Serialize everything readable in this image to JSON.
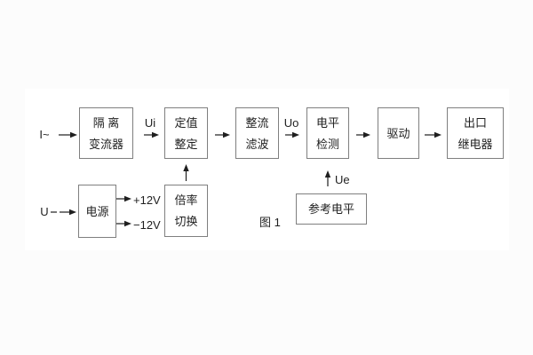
{
  "figure": {
    "caption": "图 1",
    "type": "block-diagram"
  },
  "blocks": {
    "isolation": {
      "line1": "隔 离",
      "line2": "变流器"
    },
    "setpoint": {
      "line1": "定值",
      "line2": "整定"
    },
    "rectifier": {
      "line1": "整流",
      "line2": "滤波"
    },
    "level_detect": {
      "line1": "电平",
      "line2": "检测"
    },
    "drive": {
      "line1": "驱动"
    },
    "output_relay": {
      "line1": "出口",
      "line2": "继电器"
    },
    "power": {
      "line1": "电源"
    },
    "ratio_switch": {
      "line1": "倍率",
      "line2": "切换"
    },
    "reference": {
      "line1": "参考电平"
    }
  },
  "signals": {
    "input_current": "I~",
    "input_voltage": "U",
    "ui": "Ui",
    "uo": "Uo",
    "ue": "Ue",
    "plus_12v": "+12V",
    "minus_12v": "−12V"
  },
  "colors": {
    "box_border": "#7f7f7f",
    "text": "#1f1f1f",
    "arrow": "#1f1f1f",
    "canvas": "#ffffff",
    "page": "#fcfcfc"
  }
}
